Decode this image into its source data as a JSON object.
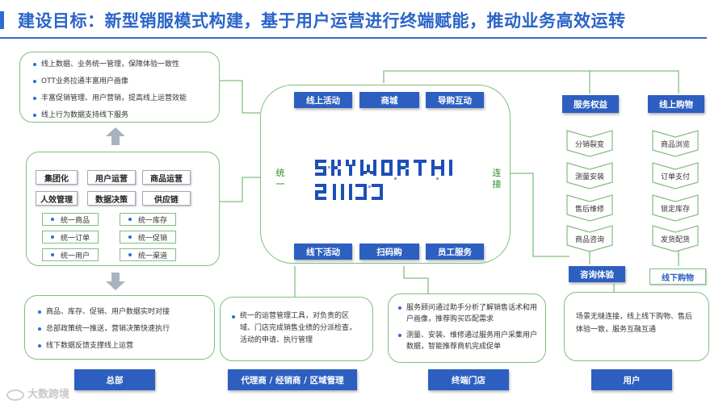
{
  "title": "建设目标：新型销服模式构建，基于用户运营进行终端赋能，推动业务高效运转",
  "hq_top_bullets": [
    "线上数据、业务统一管理，保障体验一致性",
    "OTT业务拉通丰富用户画像",
    "丰富促销管理、用户营销，提高线上运营效能",
    "线上行为数据支持线下服务"
  ],
  "hq_modules": [
    "集团化",
    "用户运营",
    "商品运营",
    "人效管理",
    "数据决策",
    "供应链"
  ],
  "hq_unified": [
    "统一商品",
    "统一库存",
    "统一订单",
    "统一促销",
    "统一用户",
    "统一渠道"
  ],
  "hq_bottom_bullets": [
    "商品、库存、促销、用户数据实时对接",
    "总部政策统一推送，营销决策快速执行",
    "线下数据反馈支撑线上运营"
  ],
  "center": {
    "top_buttons": [
      "线上活动",
      "商城",
      "导购互动"
    ],
    "bottom_buttons": [
      "线下活动",
      "扫码购",
      "员工服务"
    ],
    "left_label": "统一",
    "right_label": "连接",
    "brand": "SKYWORTH"
  },
  "service_rights": {
    "title": "服务权益",
    "items": [
      "分销裂变",
      "测量安装",
      "售后维修",
      "商品咨询"
    ]
  },
  "online_shopping": {
    "title": "线上购物",
    "items": [
      "商品浏览",
      "订单支付",
      "锁定库存",
      "发货配货"
    ]
  },
  "consult_label": "咨询体验",
  "offline_shopping_label": "线下购物",
  "agent_text": "统一的运营管理工具，对负责的区域、门店完成销售业绩的分派检查，活动的申请、执行管理",
  "store_bullets": [
    "服务顾问通过助手分析了解销售话术和用户画像，推荐购买匹配需求",
    "测量、安装、维修通过服务用户采集用户数据，智能推荐商机完成促单"
  ],
  "user_text": "场景无缝连接，线上线下购物、售后体验一致，服务互融互通",
  "footer_labels": [
    "总部",
    "代理商 / 经销商 / 区域管理",
    "终端门店",
    "用户"
  ],
  "watermark": "大数跨境",
  "colors": {
    "accent": "#2d5fc0",
    "border_green": "#7fbf7f",
    "title": "#2a64c8"
  }
}
